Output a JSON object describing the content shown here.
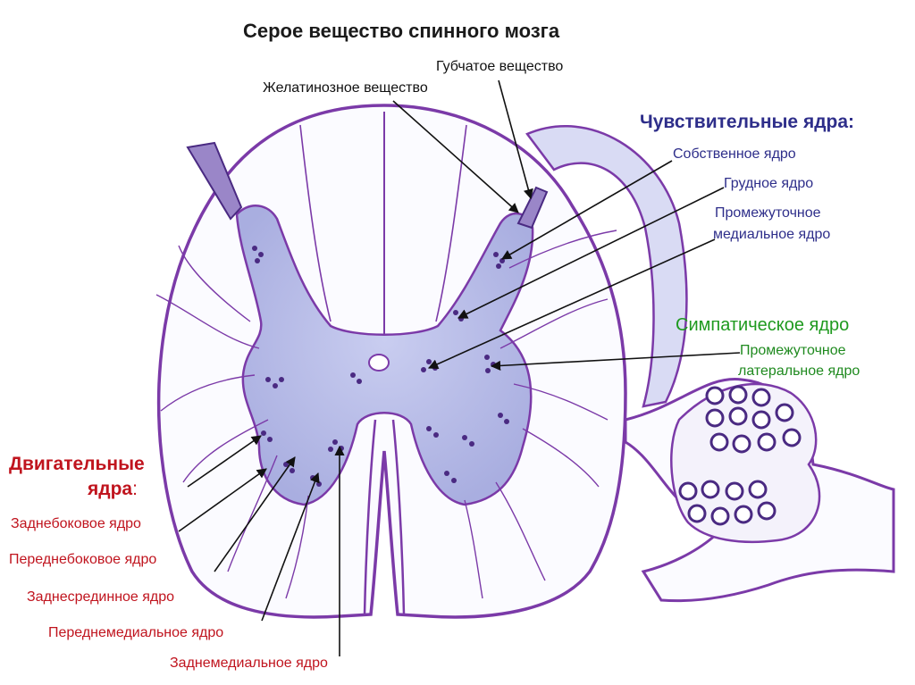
{
  "title": "Серое вещество спинного мозга",
  "top_labels": {
    "spongy": "Губчатое вещество",
    "gelatinous": "Желатинозное вещество"
  },
  "sensory": {
    "heading": "Чувствительные ядра:",
    "proper": "Собственное ядро",
    "thoracic": "Грудное ядро",
    "intermediomedial_1": "Промежуточное",
    "intermediomedial_2": "медиальное ядро"
  },
  "sympathetic": {
    "heading": "Симпатическое ядро",
    "intermediolateral_1": "Промежуточное",
    "intermediolateral_2": "латеральное ядро"
  },
  "motor": {
    "heading_1": "Двигательные",
    "heading_2": "ядра",
    "heading_colon": ":",
    "posterolateral": "Заднебоковое ядро",
    "anterolateral": "Переднебоковое ядро",
    "retroposterior": "Заднесрединное ядро",
    "anteromedial": "Переднемедиальное ядро",
    "posteromedial": "Заднемедиальное ядро"
  },
  "colors": {
    "outline": "#7b3aa8",
    "grey_matter": "#b8bde8",
    "white_matter": "#fbfbff",
    "nucleus": "#4a2a82",
    "arrow": "#111111",
    "sensory_text": "#2e2e8a",
    "sympathetic_text": "#1f9a1f",
    "motor_text": "#c0141e"
  }
}
